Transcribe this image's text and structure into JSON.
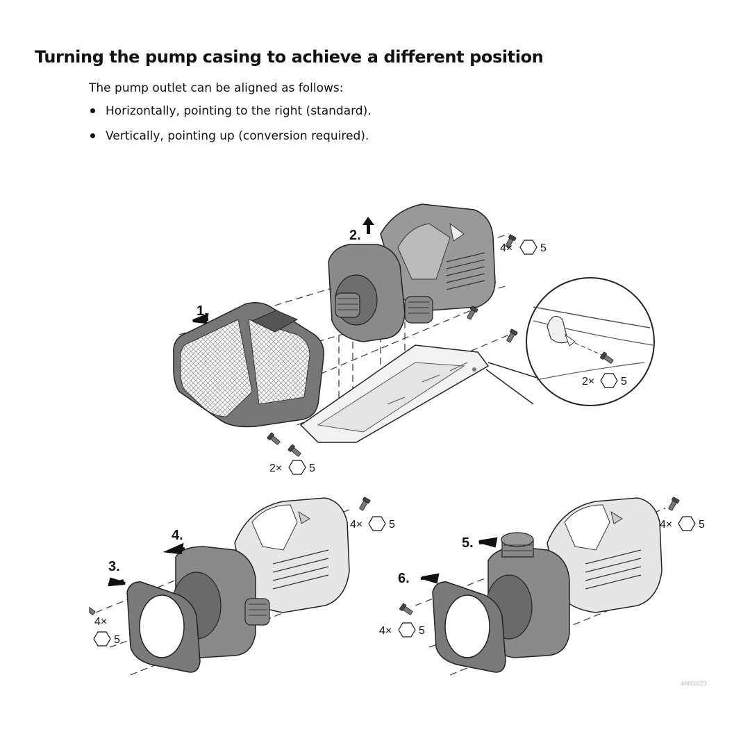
{
  "heading": "Turning the pump casing to achieve a different position",
  "intro": "The pump outlet can be aligned as follows:",
  "bullets": [
    "Horizontally, pointing to the right (standard).",
    "Vertically, pointing up (conversion required)."
  ],
  "figure": {
    "steps": [
      "1.",
      "2.",
      "3.",
      "4.",
      "5.",
      "6."
    ],
    "screw_labels": {
      "top_right": "4×",
      "detail": "2×",
      "bottom_center": "2×",
      "lower_left_right": "4×",
      "lower_left_left": "4×",
      "lower_right_right": "4×",
      "lower_right_left": "4×"
    },
    "hex_size": "5",
    "watermark": "AMX0023",
    "colors": {
      "casing": "#8c8c8c",
      "motor": "#dcdcdc",
      "dark": "#666666",
      "line": "#222222"
    }
  }
}
